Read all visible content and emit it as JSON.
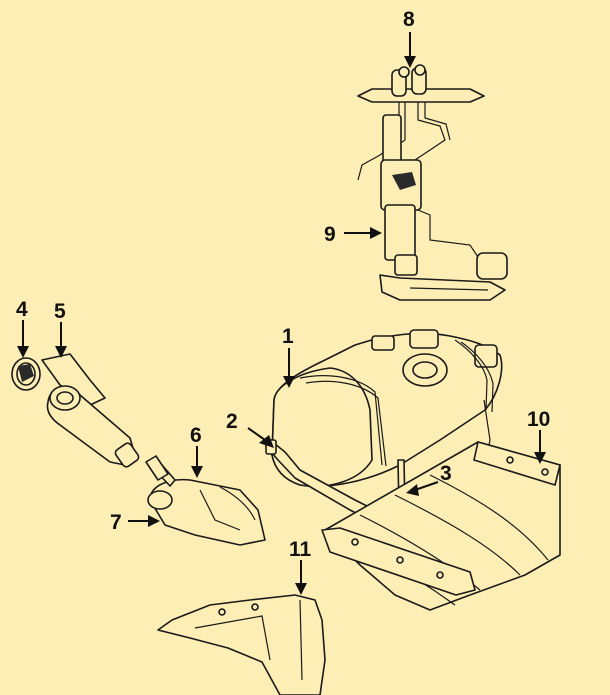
{
  "background_color": "#fdeeb5",
  "callouts": [
    {
      "id": "1",
      "label": "1"
    },
    {
      "id": "2",
      "label": "2"
    },
    {
      "id": "3",
      "label": "3"
    },
    {
      "id": "4",
      "label": "4"
    },
    {
      "id": "5",
      "label": "5"
    },
    {
      "id": "6",
      "label": "6"
    },
    {
      "id": "7",
      "label": "7"
    },
    {
      "id": "8",
      "label": "8"
    },
    {
      "id": "9",
      "label": "9"
    },
    {
      "id": "10",
      "label": "10"
    },
    {
      "id": "11",
      "label": "11"
    }
  ]
}
